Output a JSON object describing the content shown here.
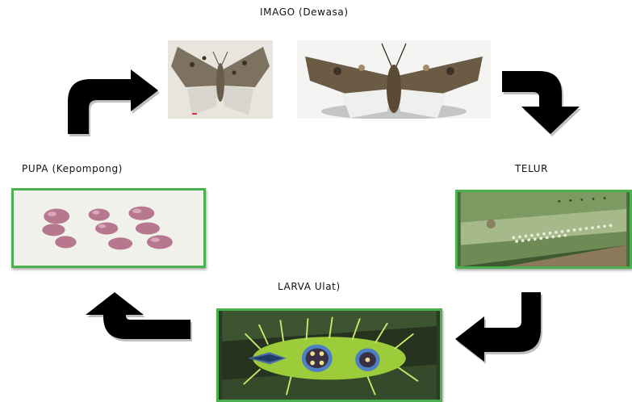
{
  "diagram": {
    "stages": {
      "imago": {
        "label": "IMAGO (Dewasa)",
        "image_icons": [
          "moth-wings-spread-icon",
          "moth-resting-icon"
        ]
      },
      "telur": {
        "label": "TELUR",
        "image_icon": "eggs-on-palm-leaf-icon"
      },
      "larva": {
        "label": "LARVA Ulat)",
        "image_icon": "spiny-caterpillar-icon"
      },
      "pupa": {
        "label": "PUPA (Kepompong)",
        "image_icon": "cocoons-icon"
      }
    },
    "arrows": [
      {
        "from": "imago",
        "to": "telur",
        "icon": "curved-arrow-down-icon"
      },
      {
        "from": "telur",
        "to": "larva",
        "icon": "curved-arrow-down-left-icon"
      },
      {
        "from": "larva",
        "to": "pupa",
        "icon": "curved-arrow-up-left-icon"
      },
      {
        "from": "pupa",
        "to": "imago",
        "icon": "curved-arrow-up-right-icon"
      }
    ],
    "colors": {
      "frame": "#4caf50",
      "arrow": "#000000"
    }
  }
}
